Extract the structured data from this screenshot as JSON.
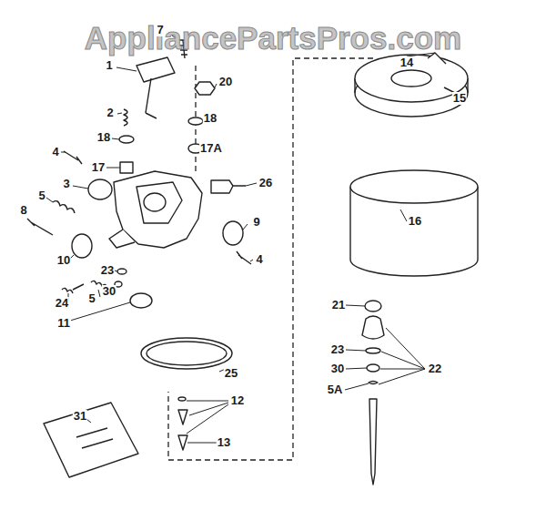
{
  "diagram": {
    "labels": [
      "AppliancePartsPros.com",
      "7",
      "1",
      "20",
      "2",
      "18",
      "18",
      "17A",
      "4",
      "17",
      "3",
      "26",
      "5",
      "8",
      "9",
      "4",
      "10",
      "23",
      "30",
      "5",
      "24",
      "11",
      "25",
      "12",
      "31",
      "13",
      "14",
      "15",
      "16",
      "21",
      "23",
      "30",
      "5A",
      "22"
    ]
  }
}
